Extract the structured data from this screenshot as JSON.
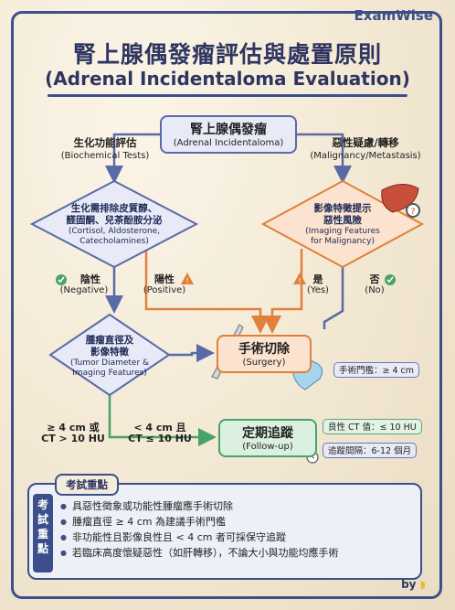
{
  "brand": "ExamWise",
  "title_cn": "腎上腺偶發瘤評估與處置原則",
  "title_en": "(Adrenal Incidentaloma Evaluation)",
  "top": {
    "cn": "腎上腺偶發瘤",
    "en": "(Adrenal Incidentaloma)"
  },
  "left_label": {
    "cn": "生化功能評估",
    "en": "(Biochemical Tests)"
  },
  "right_label": {
    "cn": "惡性疑慮/轉移",
    "en": "(Malignancy/Metastasis)"
  },
  "bio_diamond": {
    "cn1": "生化需排除皮質醇、",
    "cn2": "醛固酮、兒茶酚胺分泌",
    "en1": "(Cortisol, Aldosterone,",
    "en2": "Catecholamines)"
  },
  "img_diamond": {
    "cn1": "影像特徵提示",
    "cn2": "惡性風險",
    "en1": "(Imaging Features",
    "en2": "for Malignancy)"
  },
  "negative": {
    "cn": "陰性",
    "en": "(Negative)"
  },
  "positive": {
    "cn": "陽性",
    "en": "(Positive)"
  },
  "yes": {
    "cn": "是",
    "en": "(Yes)"
  },
  "no": {
    "cn": "否",
    "en": "(No)"
  },
  "tumor_diamond": {
    "cn1": "腫瘤直徑及",
    "cn2": "影像特徵",
    "en1": "(Tumor Diameter &",
    "en2": "Imaging Features)"
  },
  "surgery": {
    "cn": "手術切除",
    "en": "(Surgery)"
  },
  "surgery_tag": "手術門檻：≥ 4 cm",
  "followup": {
    "cn": "定期追蹤",
    "en": "(Follow-up)"
  },
  "fu_tag1": "良性 CT 值：≤ 10 HU",
  "fu_tag2": "追蹤間隔：6-12 個月",
  "large": {
    "l1": "≥ 4 cm 或",
    "l2": "CT > 10 HU"
  },
  "small": {
    "l1": "< 4 cm 且",
    "l2": "CT ≤ 10 HU"
  },
  "exam_title": "考試重點",
  "exam_side": [
    "考",
    "試",
    "重",
    "點"
  ],
  "exam_points": [
    "具惡性徵象或功能性腫瘤應手術切除",
    "腫瘤直徑 ≥ 4 cm 為建議手術門檻",
    "非功能性且影像良性且 < 4 cm 者可採保守追蹤",
    "若臨床高度懷疑惡性（如肝轉移），不論大小與功能均應手術"
  ],
  "by": "by",
  "colors": {
    "navy": "#3d4f8a",
    "orange": "#e0803a",
    "green": "#48a26a",
    "lightblue": "#e8eaf7"
  }
}
